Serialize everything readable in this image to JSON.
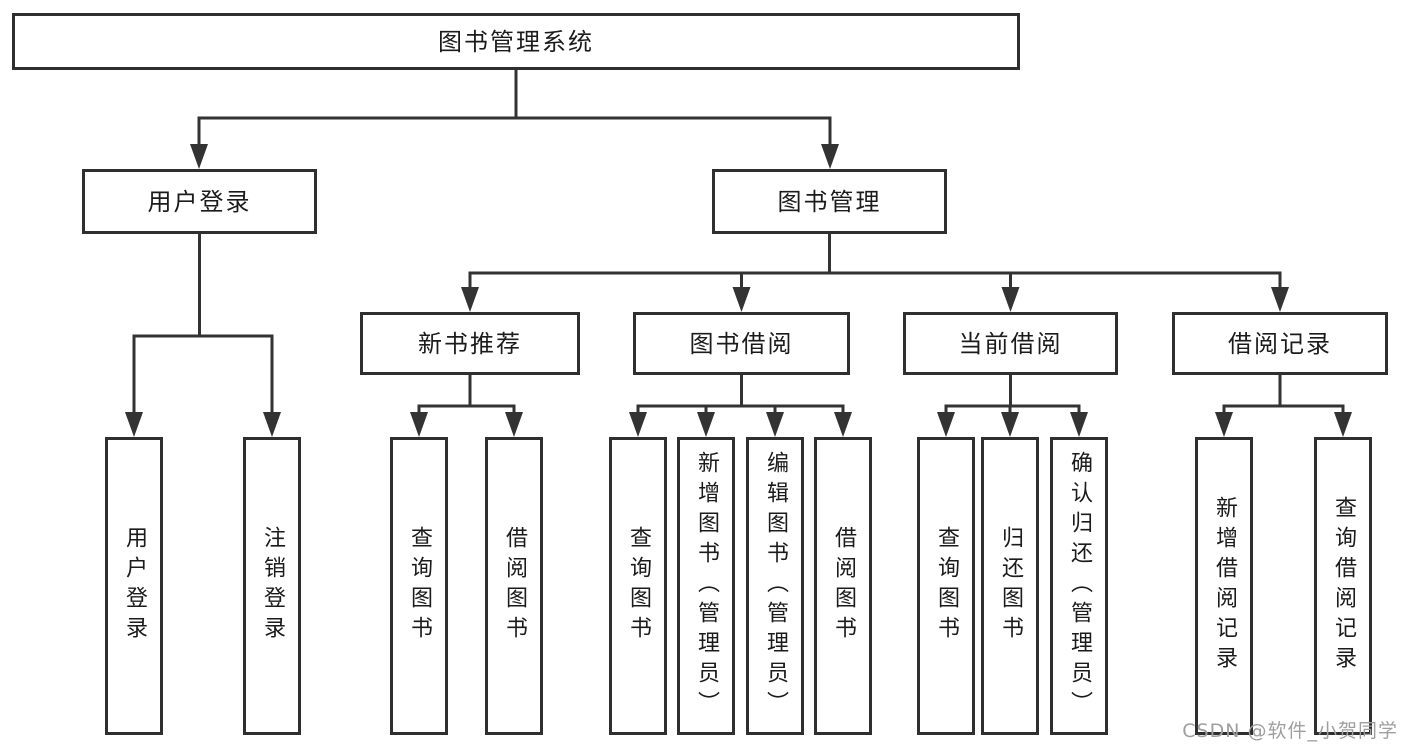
{
  "diagram": {
    "root": {
      "label": "图书管理系统"
    },
    "branches": [
      {
        "label": "用户登录",
        "children": [
          {
            "label": "用户登录"
          },
          {
            "label": "注销登录"
          }
        ]
      },
      {
        "label": "图书管理",
        "children": [
          {
            "label": "新书推荐",
            "children": [
              {
                "label": "查询图书"
              },
              {
                "label": "借阅图书"
              }
            ]
          },
          {
            "label": "图书借阅",
            "children": [
              {
                "label": "查询图书"
              },
              {
                "label": "新增图书（管理员）"
              },
              {
                "label": "编辑图书（管理员）"
              },
              {
                "label": "借阅图书"
              }
            ]
          },
          {
            "label": "当前借阅",
            "children": [
              {
                "label": "查询图书"
              },
              {
                "label": "归还图书"
              },
              {
                "label": "确认归还（管理员）"
              }
            ]
          },
          {
            "label": "借阅记录",
            "children": [
              {
                "label": "新增借阅记录"
              },
              {
                "label": "查询借阅记录"
              }
            ]
          }
        ]
      }
    ]
  },
  "watermark": {
    "text": "CSDN @软件_小贺同学"
  },
  "colors": {
    "background": "#ffffff",
    "line": "#333333",
    "box_border": "#2f2f2f",
    "text": "#1b1b1b",
    "watermark": "#9f9f9f"
  }
}
